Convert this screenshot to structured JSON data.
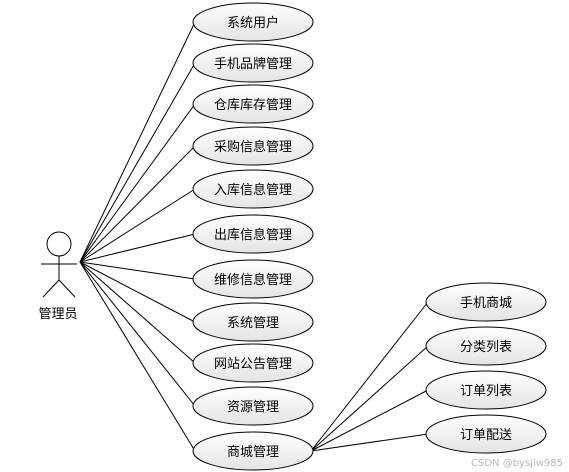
{
  "actor": {
    "label": "管理员"
  },
  "use_cases": [
    "系统用户",
    "手机品牌管理",
    "仓库库存管理",
    "采购信息管理",
    "入库信息管理",
    "出库信息管理",
    "维修信息管理",
    "系统管理",
    "网站公告管理",
    "资源管理",
    "商城管理"
  ],
  "sub_use_cases": [
    "手机商城",
    "分类列表",
    "订单列表",
    "订单配送"
  ],
  "watermark": "CSDN @bysjlw985",
  "colors": {
    "line": "#000000",
    "ellipse_stroke": "#000000",
    "ellipse_fill": "#ffffff",
    "watermark": "#b8b8b8"
  }
}
